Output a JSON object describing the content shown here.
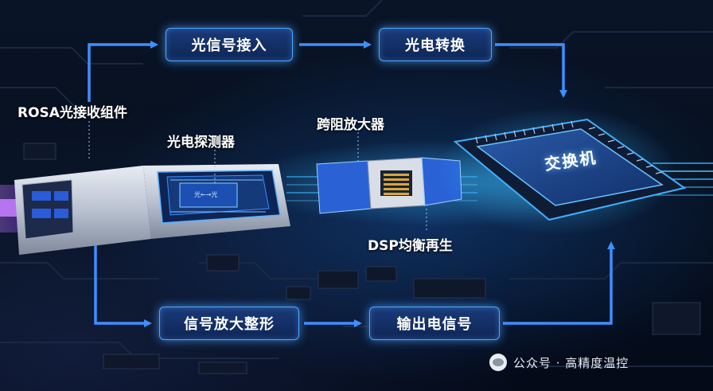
{
  "labels": {
    "rosa": "ROSA光接收组件",
    "optical_input": "光信号接入",
    "photoelectric_conversion": "光电转换",
    "photodetector": "光电探测器",
    "tia": "跨阻放大器",
    "dsp": "DSP均衡再生",
    "signal_amp_shaping": "信号放大整形",
    "output_signal": "输出电信号",
    "switch_chip": "交换机",
    "chip_micro_text": "光←→光"
  },
  "watermark": {
    "text": "公众号 · 高精度温控",
    "icon": "wechat-icon"
  },
  "colors": {
    "arrow": "#3f8fff",
    "box_border": "#4fa6ff",
    "glow": "#38b6ff",
    "laser": "#a64dff"
  }
}
